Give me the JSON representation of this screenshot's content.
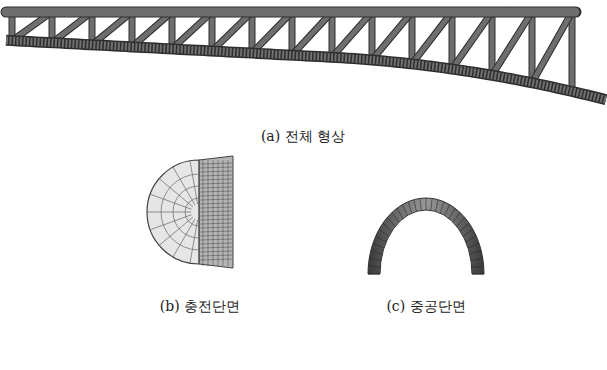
{
  "diagram": {
    "labels": [
      "(a) 전체 형상",
      "(b) 충전단면",
      "(c) 중공단면"
    ]
  }
}
